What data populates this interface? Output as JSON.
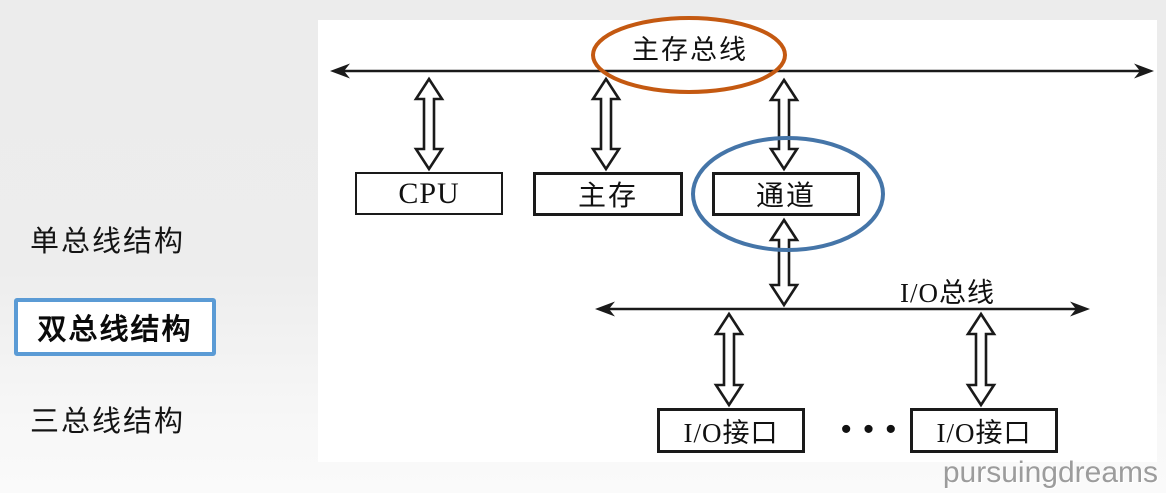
{
  "page": {
    "background_top": "#ececec",
    "background_bottom": "#fafafa",
    "panel_color": "#ffffff"
  },
  "sidebar": {
    "items": [
      {
        "label": "单总线结构",
        "highlighted": false
      },
      {
        "label": "双总线结构",
        "highlighted": true
      },
      {
        "label": "三总线结构",
        "highlighted": false
      }
    ],
    "highlight_border_color": "#5b9bd5"
  },
  "diagram": {
    "buses": [
      {
        "id": "main-memory-bus",
        "label": "主存总线",
        "ellipse_color": "#c45911"
      },
      {
        "id": "io-bus",
        "label": "I/O总线"
      }
    ],
    "nodes": [
      {
        "id": "cpu",
        "label": "CPU"
      },
      {
        "id": "main-memory",
        "label": "主存"
      },
      {
        "id": "channel",
        "label": "通道",
        "ellipse_color": "#4575a8"
      },
      {
        "id": "io-interface-1",
        "label": "I/O接口"
      },
      {
        "id": "io-interface-2",
        "label": "I/O接口"
      }
    ],
    "ellipsis": "···",
    "line_color": "#1a1a1a"
  },
  "watermark": "pursuingdreams"
}
